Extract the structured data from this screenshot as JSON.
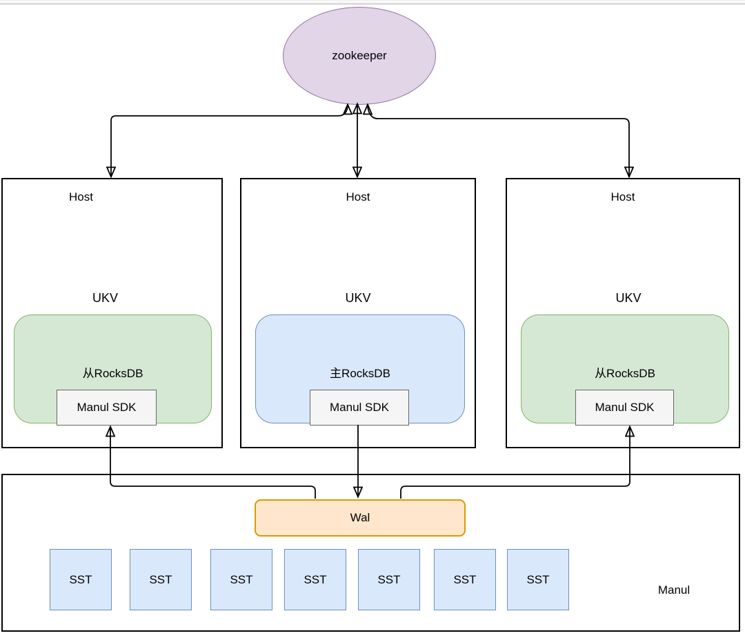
{
  "diagram": {
    "zookeeper": {
      "label": "zookeeper",
      "fill": "#E1D5E7",
      "border": "#9673A6"
    },
    "hosts": [
      {
        "label": "Host",
        "ukv": "UKV",
        "db": "从RocksDB",
        "sdk": "Manul SDK",
        "role": "replica",
        "db_fill": "#D5E8D4",
        "db_border": "#82B366"
      },
      {
        "label": "Host",
        "ukv": "UKV",
        "db": "主RocksDB",
        "sdk": "Manul SDK",
        "role": "master",
        "db_fill": "#DAE8FC",
        "db_border": "#6C8EBF"
      },
      {
        "label": "Host",
        "ukv": "UKV",
        "db": "从RocksDB",
        "sdk": "Manul SDK",
        "role": "replica",
        "db_fill": "#D5E8D4",
        "db_border": "#82B366"
      }
    ],
    "storage": {
      "label": "Manul",
      "wal": {
        "label": "Wal",
        "fill": "#FFE6CC",
        "border": "#D79B00"
      },
      "sst": [
        "SST",
        "SST",
        "SST",
        "SST",
        "SST",
        "SST",
        "SST"
      ],
      "sst_fill": "#DAE8FC",
      "sst_border": "#6C8EBF",
      "sdk_fill": "#F5F5F5",
      "sdk_border": "#666666"
    },
    "line_color": "#000000"
  }
}
